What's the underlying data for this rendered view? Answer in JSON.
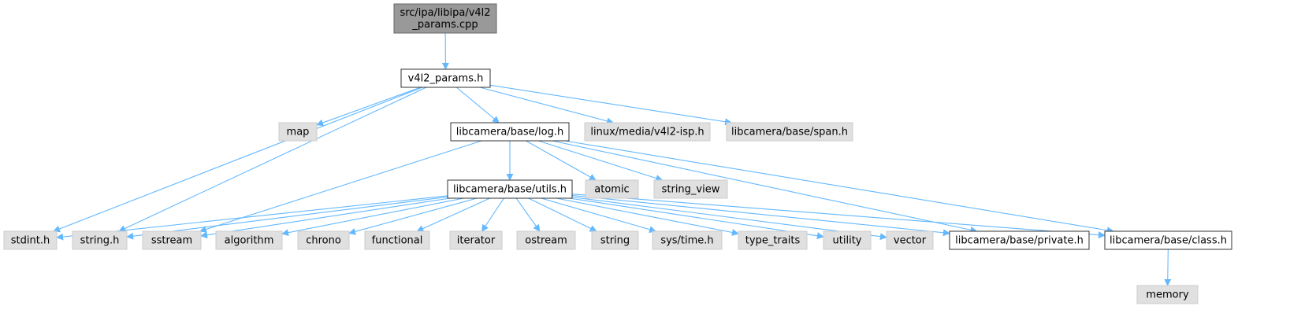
{
  "colors": {
    "root_fill": "#999999",
    "doc_fill": "#ffffff",
    "system_fill": "#e0e0e0",
    "node_stroke": "#666666",
    "doc_stroke": "#333333",
    "edge": "#63b8ff"
  },
  "nodes": [
    {
      "id": "root",
      "lines": [
        "src/ipa/libipa/v4l2",
        "_params.cpp"
      ],
      "kind": "root"
    },
    {
      "id": "v4l2_params_h",
      "lines": [
        "v4l2_params.h"
      ],
      "kind": "doc"
    },
    {
      "id": "map",
      "lines": [
        "map"
      ],
      "kind": "system"
    },
    {
      "id": "log_h",
      "lines": [
        "libcamera/base/log.h"
      ],
      "kind": "doc"
    },
    {
      "id": "v4l2_isp_h",
      "lines": [
        "linux/media/v4l2-isp.h"
      ],
      "kind": "system"
    },
    {
      "id": "span_h",
      "lines": [
        "libcamera/base/span.h"
      ],
      "kind": "system"
    },
    {
      "id": "utils_h",
      "lines": [
        "libcamera/base/utils.h"
      ],
      "kind": "doc"
    },
    {
      "id": "atomic",
      "lines": [
        "atomic"
      ],
      "kind": "system"
    },
    {
      "id": "string_view",
      "lines": [
        "string_view"
      ],
      "kind": "system"
    },
    {
      "id": "stdint_h",
      "lines": [
        "stdint.h"
      ],
      "kind": "system"
    },
    {
      "id": "string_h",
      "lines": [
        "string.h"
      ],
      "kind": "system"
    },
    {
      "id": "sstream",
      "lines": [
        "sstream"
      ],
      "kind": "system"
    },
    {
      "id": "algorithm",
      "lines": [
        "algorithm"
      ],
      "kind": "system"
    },
    {
      "id": "chrono",
      "lines": [
        "chrono"
      ],
      "kind": "system"
    },
    {
      "id": "functional",
      "lines": [
        "functional"
      ],
      "kind": "system"
    },
    {
      "id": "iterator",
      "lines": [
        "iterator"
      ],
      "kind": "system"
    },
    {
      "id": "ostream",
      "lines": [
        "ostream"
      ],
      "kind": "system"
    },
    {
      "id": "string",
      "lines": [
        "string"
      ],
      "kind": "system"
    },
    {
      "id": "sys_time_h",
      "lines": [
        "sys/time.h"
      ],
      "kind": "system"
    },
    {
      "id": "type_traits",
      "lines": [
        "type_traits"
      ],
      "kind": "system"
    },
    {
      "id": "utility",
      "lines": [
        "utility"
      ],
      "kind": "system"
    },
    {
      "id": "vector",
      "lines": [
        "vector"
      ],
      "kind": "system"
    },
    {
      "id": "private_h",
      "lines": [
        "libcamera/base/private.h"
      ],
      "kind": "doc"
    },
    {
      "id": "class_h",
      "lines": [
        "libcamera/base/class.h"
      ],
      "kind": "doc"
    },
    {
      "id": "memory",
      "lines": [
        "memory"
      ],
      "kind": "system"
    }
  ],
  "edges": [
    [
      "root",
      "v4l2_params_h"
    ],
    [
      "v4l2_params_h",
      "map"
    ],
    [
      "v4l2_params_h",
      "log_h"
    ],
    [
      "v4l2_params_h",
      "v4l2_isp_h"
    ],
    [
      "v4l2_params_h",
      "span_h"
    ],
    [
      "v4l2_params_h",
      "stdint_h"
    ],
    [
      "v4l2_params_h",
      "string_h"
    ],
    [
      "log_h",
      "utils_h"
    ],
    [
      "log_h",
      "atomic"
    ],
    [
      "log_h",
      "string_view"
    ],
    [
      "log_h",
      "sstream"
    ],
    [
      "log_h",
      "private_h"
    ],
    [
      "log_h",
      "class_h"
    ],
    [
      "utils_h",
      "stdint_h"
    ],
    [
      "utils_h",
      "string_h"
    ],
    [
      "utils_h",
      "sstream"
    ],
    [
      "utils_h",
      "algorithm"
    ],
    [
      "utils_h",
      "chrono"
    ],
    [
      "utils_h",
      "functional"
    ],
    [
      "utils_h",
      "iterator"
    ],
    [
      "utils_h",
      "ostream"
    ],
    [
      "utils_h",
      "string"
    ],
    [
      "utils_h",
      "sys_time_h"
    ],
    [
      "utils_h",
      "type_traits"
    ],
    [
      "utils_h",
      "utility"
    ],
    [
      "utils_h",
      "vector"
    ],
    [
      "utils_h",
      "private_h"
    ],
    [
      "utils_h",
      "class_h"
    ],
    [
      "class_h",
      "memory"
    ]
  ]
}
